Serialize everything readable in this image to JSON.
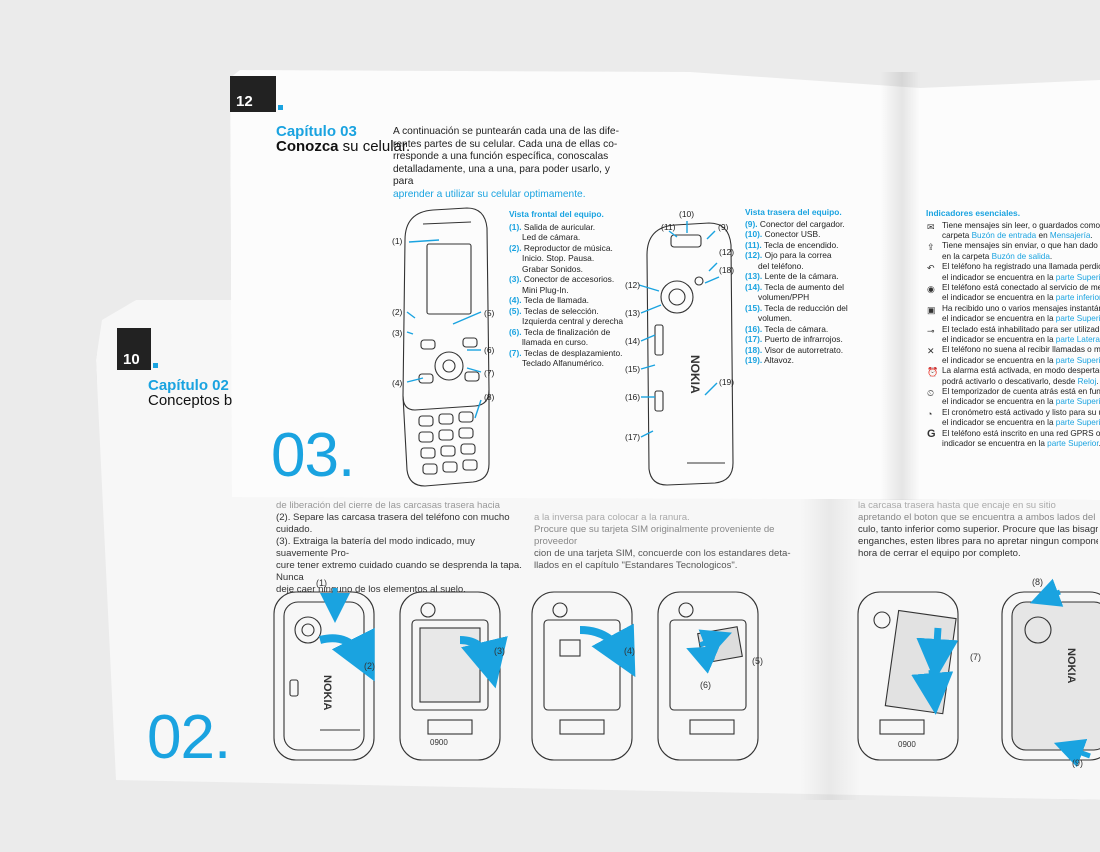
{
  "back_page": {
    "page_number": "10",
    "chapter_title": "Capítulo 02",
    "chapter_subtitle": "Conceptos bás",
    "big_number": "02.",
    "steps_col1": [
      "de liberación del cierre de las carcasas trasera hacia",
      "(2). Separe las carcasa trasera del teléfono con mucho cuidado.",
      "(3). Extraiga la batería del modo indicado, muy suavemente Pro-",
      "cure tener extremo cuidado cuando se desprenda la tapa. Nunca",
      "deje caer ninguno de los elementos al suelo."
    ],
    "steps_col2": [
      "a la inversa para colocar a la ranura.",
      "Procure que su tarjeta SIM  originalmente proveniente de proveedor",
      "cion de una tarjeta SIM, concuerde con los estandares deta-",
      "llados en el capítulo \"Estandares Tecnologicos\"."
    ],
    "steps_col3": [
      "la carcasa trasera hasta que encaje en su sitio",
      "apretando el boton que se encuentra a ambos lados del recep",
      "culo, tanto inferior como superior. Procure que las bisagras, y",
      "enganches, esten libres para no apretar ningun componete a",
      "hora de cerrar el equipo por completo."
    ],
    "labels": [
      "(1)",
      "(2)",
      "(3)",
      "(4)",
      "(5)",
      "(6)",
      "(7)",
      "(8)",
      "(9)"
    ],
    "phone_brand": "NOKIA",
    "phone_code": "0900"
  },
  "front_page": {
    "page_number": "12",
    "chapter_title": "Capítulo 03",
    "chapter_subtitle_bold": "Conozca",
    "chapter_subtitle_rest": " su celular.",
    "intro_lines": [
      "A continuación se puntearán cada una de las dife-",
      "rentes partes de su celular. Cada una de ellas co-",
      "rresponde a una función específica, conoscalas",
      "detalladamente, una a una, para poder usarlo, y para"
    ],
    "intro_link": "aprender a utilizar su celular optimamente.",
    "big_number": "03.",
    "front_view": {
      "heading": "Vista frontal del equipo.",
      "items": [
        {
          "n": "(1).",
          "t": "Salida de auricular."
        },
        {
          "n": "",
          "t": "Led de cámara."
        },
        {
          "n": "(2).",
          "t": "Reproductor de música."
        },
        {
          "n": "",
          "t": "Inicio. Stop. Pausa."
        },
        {
          "n": "",
          "t": "Grabar Sonidos."
        },
        {
          "n": "(3).",
          "t": "Conector de accesorios."
        },
        {
          "n": "",
          "t": "Mini Plug-In."
        },
        {
          "n": "(4).",
          "t": "Tecla de llamada."
        },
        {
          "n": "(5).",
          "t": "Teclas de selección."
        },
        {
          "n": "",
          "t": "Izquierda central y derecha"
        },
        {
          "n": "(6).",
          "t": "Tecla de finalización de"
        },
        {
          "n": "",
          "t": "llamada en curso."
        },
        {
          "n": "(7).",
          "t": "Teclas de desplazamiento."
        },
        {
          "n": "",
          "t": "Teclado Alfanumérico."
        }
      ],
      "callouts": [
        "(1)",
        "(2)",
        "(3)",
        "(4)",
        "(5)",
        "(6)",
        "(7)",
        "(8)"
      ]
    },
    "rear_view": {
      "heading": "Vista trasera del equipo.",
      "items": [
        {
          "n": "(9).",
          "t": "Conector del cargador."
        },
        {
          "n": "(10).",
          "t": "Conector USB."
        },
        {
          "n": "(11).",
          "t": "Tecla de encendido."
        },
        {
          "n": "(12).",
          "t": "Ojo para la correa"
        },
        {
          "n": "",
          "t": "del teléfono."
        },
        {
          "n": "(13).",
          "t": "Lente de la cámara."
        },
        {
          "n": "(14).",
          "t": "Tecla de aumento del"
        },
        {
          "n": "",
          "t": "volumen/PPH"
        },
        {
          "n": "(15).",
          "t": "Tecla de reducción del"
        },
        {
          "n": "",
          "t": "volumen."
        },
        {
          "n": "(16).",
          "t": "Tecla de cámara."
        },
        {
          "n": "(17).",
          "t": "Puerto de infrarrojos."
        },
        {
          "n": "(18).",
          "t": "Visor de autorretrato."
        },
        {
          "n": "(19).",
          "t": "Altavoz."
        }
      ],
      "callouts": [
        "(10)",
        "(11)",
        "(9)",
        "(12)",
        "(18)",
        "(12)",
        "(13)",
        "(14)",
        "(15)",
        "(16)",
        "(17)",
        "(19)"
      ]
    },
    "indicators": {
      "heading": "Indicadores esenciales.",
      "rows": [
        {
          "icon": "envelope-icon",
          "glyph": "✉",
          "parts": [
            [
              "Tiene mensajes sin leer, o guardados como",
              ""
            ],
            [
              "carpeta ",
              ""
            ],
            [
              "Buzón de entrada",
              "blue"
            ],
            [
              " en ",
              ""
            ],
            [
              "Mensajería",
              "blue"
            ],
            [
              ".",
              ""
            ]
          ]
        },
        {
          "icon": "outbox-icon",
          "glyph": "⇪",
          "parts": [
            [
              "Tiene mensajes sin enviar, o que han dado e",
              ""
            ],
            [
              "en la carpeta ",
              ""
            ],
            [
              "Buzón de salida",
              "blue"
            ],
            [
              ".",
              ""
            ]
          ]
        },
        {
          "icon": "missed-call-icon",
          "glyph": "↶",
          "parts": [
            [
              "El teléfono ha registrado una llamada perdic",
              ""
            ],
            [
              "el indicador se encuentra en la ",
              ""
            ],
            [
              "parte Superior",
              "blue"
            ]
          ]
        },
        {
          "icon": "email-service-icon",
          "glyph": "◉",
          "parts": [
            [
              "El teléfono está conectado al servicio de me",
              ""
            ],
            [
              "el indicador se encuentra en la ",
              ""
            ],
            [
              "parte inferior",
              "blue"
            ]
          ]
        },
        {
          "icon": "instant-message-icon",
          "glyph": "▣",
          "parts": [
            [
              "Ha recibido uno o varios mensajes instantán",
              ""
            ],
            [
              "el indicador se encuentra en la ",
              ""
            ],
            [
              "parte Superior",
              "blue"
            ]
          ]
        },
        {
          "icon": "keypad-lock-icon",
          "glyph": "⊸",
          "parts": [
            [
              "El teclado está inhabilitado para ser utilizad",
              ""
            ],
            [
              "el indicador se encuentra en la ",
              ""
            ],
            [
              "parte Lateral",
              "blue"
            ]
          ]
        },
        {
          "icon": "silent-icon",
          "glyph": "✕",
          "parts": [
            [
              "El teléfono no suena al recibir llamadas o me",
              ""
            ],
            [
              "el indicador se encuentra en la ",
              ""
            ],
            [
              "parte Superior",
              "blue"
            ]
          ]
        },
        {
          "icon": "alarm-icon",
          "glyph": "⏰",
          "parts": [
            [
              "La alarma está activada, en modo despertad",
              ""
            ],
            [
              "podrá activarlo o descativarlo, desde ",
              ""
            ],
            [
              "Reloj",
              "blue"
            ],
            [
              ".",
              ""
            ]
          ]
        },
        {
          "icon": "countdown-timer-icon",
          "glyph": "⏲",
          "parts": [
            [
              "El temporizador de cuenta atrás está en fun",
              ""
            ],
            [
              "el indicador se encuentra en la ",
              ""
            ],
            [
              "parte Superior",
              "blue"
            ]
          ]
        },
        {
          "icon": "stopwatch-icon",
          "glyph": "◔",
          "parts": [
            [
              "El cronómetro está activado y listo para su u",
              ""
            ],
            [
              "el indicador se encuentra en la ",
              ""
            ],
            [
              "parte Superior",
              "blue"
            ]
          ]
        },
        {
          "icon": "gprs-icon",
          "glyph": "G",
          "parts": [
            [
              "El teléfono está inscrito en una red GPRS o ",
              ""
            ],
            [
              "indicador se encuentra en la ",
              ""
            ],
            [
              "parte Superior",
              "blue"
            ],
            [
              ".",
              ""
            ]
          ]
        }
      ]
    }
  }
}
